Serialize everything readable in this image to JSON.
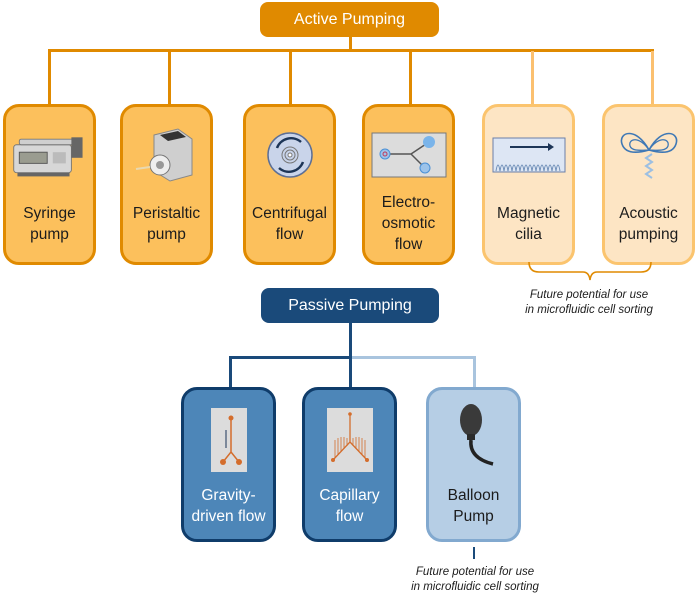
{
  "active": {
    "title": "Active Pumping",
    "color": "#e08a00",
    "items": [
      {
        "label": "Syringe\npump",
        "icon": "syringe-pump-icon",
        "future": false
      },
      {
        "label": "Peristaltic\npump",
        "icon": "peristaltic-pump-icon",
        "future": false
      },
      {
        "label": "Centrifugal\nflow",
        "icon": "centrifugal-disc-icon",
        "future": false
      },
      {
        "label": "Electro-\nosmotic\nflow",
        "icon": "electroosmotic-chip-icon",
        "future": false
      },
      {
        "label": "Magnetic\ncilia",
        "icon": "magnetic-cilia-icon",
        "future": true
      },
      {
        "label": "Acoustic\npumping",
        "icon": "acoustic-streaming-icon",
        "future": true
      }
    ],
    "note": "Future potential for use\nin microfluidic cell sorting"
  },
  "passive": {
    "title": "Passive Pumping",
    "color": "#1a4a7a",
    "items": [
      {
        "label": "Gravity-\ndriven flow",
        "icon": "gravity-chip-icon",
        "future": false
      },
      {
        "label": "Capillary\nflow",
        "icon": "capillary-chip-icon",
        "future": false
      },
      {
        "label": "Balloon\nPump",
        "icon": "balloon-pump-icon",
        "future": true
      }
    ],
    "note": "Future potential for use\nin microfluidic cell sorting"
  }
}
